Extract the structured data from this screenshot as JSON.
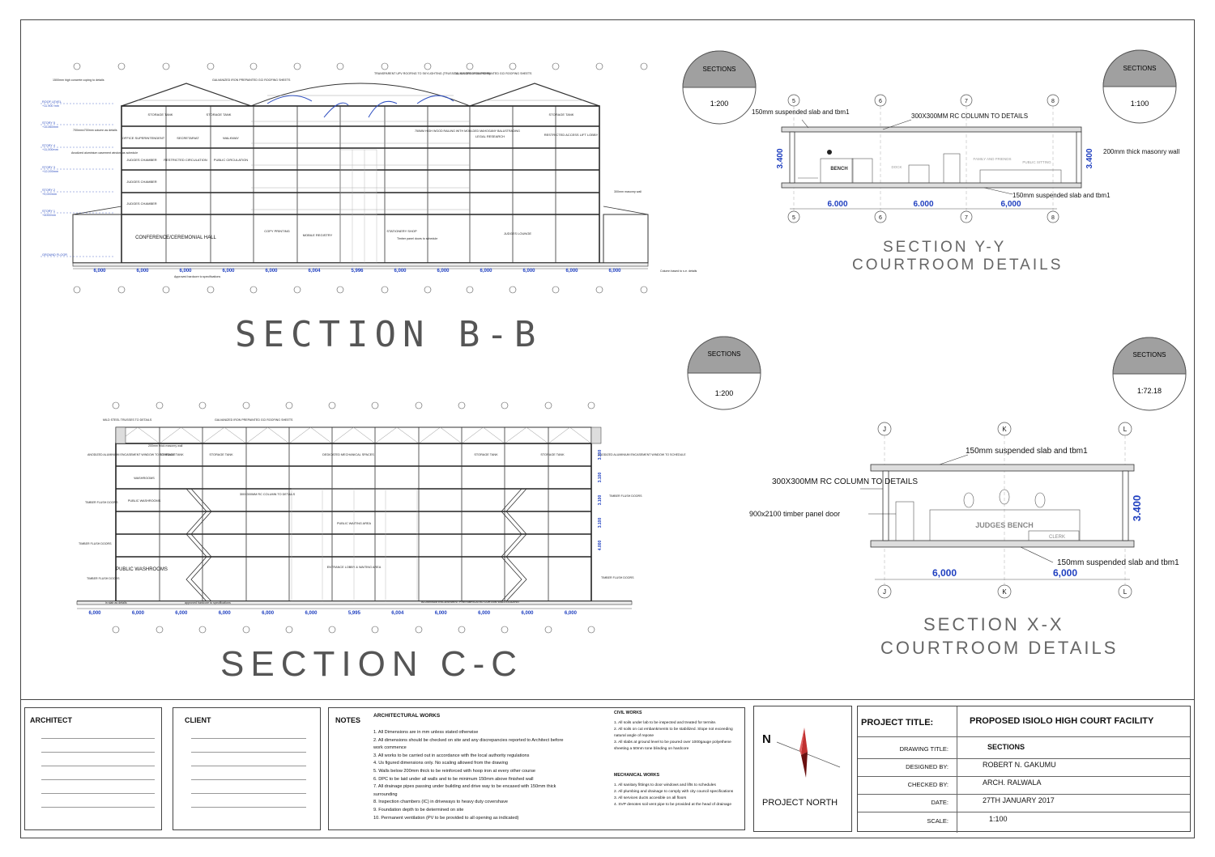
{
  "sheet": {
    "section_bb": {
      "title": "SECTION B-B",
      "badge_label": "SECTIONS",
      "badge_scale": "1:200",
      "dimensions": [
        "6,000",
        "6,000",
        "6,000",
        "6,000",
        "6,000",
        "6,004",
        "5,996",
        "6,000",
        "6,000",
        "6,000",
        "6,000",
        "6,000",
        "6,000"
      ],
      "levels": [
        {
          "name": "ROOF LEVEL",
          "value": "+11.900 mm"
        },
        {
          "name": "STORY 5",
          "value": "+15.860mm"
        },
        {
          "name": "STORY 4",
          "value": "+11,000mm"
        },
        {
          "name": "STORY 3",
          "value": "+12,000mm"
        },
        {
          "name": "STORY 2",
          "value": "+9,000mm"
        },
        {
          "name": "STORY 1",
          "value": "+4000mm"
        },
        {
          "name": "GROUND FLOOR",
          "value": ""
        }
      ],
      "rooms": {
        "conference": "CONFERENCE/CEREMONIAL HALL",
        "storage1": "STORAGE TANK",
        "storage2": "STORAGE TANK",
        "storage3": "STORAGE TANK",
        "office": "OFFICE SUPERINTENDENT",
        "secretary": "SECRETARIAT",
        "walkway": "WALKWAY",
        "judges1": "JUDGES CHAMBER",
        "judges2": "JUDGES CHAMBER",
        "judges3": "JUDGES CHAMBER",
        "restricted": "RESTRICTED CIRCULATION",
        "public_circ": "PUBLIC CIRCULATION",
        "copy": "COPY PRINTING",
        "mobile": "MOBILE REGISTRY",
        "stationery": "STATIONERY SHOP",
        "judges_lounge": "JUDGES LOUNGE",
        "legal": "LEGAL RESEARCH",
        "lift": "RESTRICTED ACCESS LIFT LOBBY"
      },
      "notes": {
        "galvanized": "GALVANIZED IRON PREPAINTED GCI ROOFING SHEETS",
        "transparent": "TRANSPARENT UPV ROOFING TO SKYLIGHTING (TRUSS TO, S.E SPECIFICATIONS)",
        "galvanized2": "GALVANIZED IRON PREPAINTED GCI ROOFING SHEETS",
        "railing": "750MM HIGH WOOD RAILING WITH MOULDED MAHOGANY BALUSTRADING",
        "coping": "1500mm high concrete coping to details",
        "column": "700mmx700mm column as details",
        "aluminium": "Anodized aluminium casement window as schedule",
        "timber": "Timber panel doors to schedule",
        "hardcore": "Approved hardcore to specifications",
        "column_details": "Column based to s.e. details",
        "masonry": "300mm masonry wall"
      }
    },
    "section_yy": {
      "title": "SECTION Y-Y",
      "subtitle": "COURTROOM DETAILS",
      "badge_label": "SECTIONS",
      "badge_scale": "1:100",
      "slab_top": "150mm suspended slab and tbm1",
      "column": "300X300MM RC COLUMN TO DETAILS",
      "masonry": "200mm thick masonry wall",
      "slab_bottom": "150mm suspended slab and tbm1",
      "height": "3.400",
      "dims": [
        "6.000",
        "6.000",
        "6,000"
      ],
      "grid": [
        "5",
        "6",
        "7",
        "8"
      ],
      "bench": "BENCH",
      "family": "FAMILY AND FRIENDS",
      "public": "PUBLIC SITTING",
      "dock": "DOCK"
    },
    "section_cc": {
      "title": "SECTION C-C",
      "badge_label": "SECTIONS",
      "badge_scale": "1:200",
      "dimensions": [
        "6,000",
        "6,000",
        "6,000",
        "6,000",
        "6,000",
        "6,000",
        "5,995",
        "6,004",
        "6,000",
        "6,000",
        "6,000",
        "6,000"
      ],
      "notes": {
        "trusses": "MILD STEEL TRUSSES TO DETAILS",
        "galvanized": "GALVANIZED IRON PREPAINTED GCI ROOFING SHEETS",
        "anodized": "ANODIZED ALUMINIUM ENCASEMENT WINDOW TO SCHEDULE",
        "anodized2": "ANODIZED ALUMINIUM ENCASEMENT WINDOW TO SCHEDULE",
        "timber1": "TIMBER FLUSH DOORS",
        "timber2": "TIMBER FLUSH DOORS",
        "timber3": "TIMBER FLUSH DOORS",
        "timber4": "TIMBER FLUSH DOORS",
        "timber5": "TIMBER FLUSH DOORS",
        "mechanical": "DEDICATED MECHANICAL SPACES",
        "storage1": "STORAGE TANK",
        "storage2": "STORAGE TANK",
        "storage3": "STORAGE TANK",
        "storage4": "STORAGE TANK",
        "washrooms": "WASHROOMS",
        "public_wash": "PUBLIC WASHROOMS",
        "public_wait": "PUBLIC WAITING AREA",
        "entrance": "ENTRANCE LOBBY & WAITING AREA",
        "curtain": "ALUMINIUM ENCASEMENT PREFABRICATED CURTAIN WALL/GLAZING",
        "column": "300X300MM RC COLUMN TO DETAILS",
        "masonry": "200mm thick masonry wall",
        "hardcore": "approved hardcore to specifications",
        "slab": "in slab as details"
      },
      "heights": [
        "3.100",
        "3.100",
        "3.100",
        "3.100",
        "4.000"
      ]
    },
    "section_xx": {
      "title": "SECTION X-X",
      "subtitle": "COURTROOM DETAILS",
      "badge_label": "SECTIONS",
      "badge_scale": "1:72.18",
      "slab_top": "150mm suspended slab and tbm1",
      "column": "300X300MM RC COLUMN TO DETAILS",
      "door": "900x2100 timber panel door",
      "slab_bottom": "150mm suspended slab and tbm1",
      "height": "3.400",
      "dims": [
        "6,000",
        "6,000"
      ],
      "grid": [
        "J",
        "K",
        "L"
      ],
      "bench": "JUDGES BENCH",
      "clerk": "CLERK"
    }
  },
  "title_block": {
    "architect_label": "ARCHITECT",
    "client_label": "CLIENT",
    "notes_label": "NOTES",
    "architectural_works": "ARCHITECTURAL WORKS",
    "architectural_notes": [
      "1. All Dimensions are in mm unless stated otherwise",
      "2. All dimensions should be checked on site and any discrepancies reported to Architect before work commence",
      "3. All works to be carried out in accordance with the local authority regulations",
      "4. Us figured dimensions only. No scaling allowed from the drawing",
      "5. Walls below 200mm thick to be reinforced with hoop iron at every other course",
      "6. DPC to be laid under all walls and to be minimum 150mm above finished wall",
      "7. All drainage pipes passing under building and drive way to be encased with 150mm thick surrounding",
      "8. Inspection chambers (IC) in driveways to heavy duty covershave",
      "9. Foundation depth to be determined on site",
      "10. Permanent ventilation (PV to be provided to all opening as indicated)"
    ],
    "civil_works": "CIVIL WORKS",
    "civil_notes": [
      "1. All soils under lab to be inspected and treated for termite.",
      "2. All soils on cut embankments to be stabilized. Slope not exceeding natural angle of repose",
      "3. All slabs at ground level to be poured over 1000gauge polyethene",
      "sheeting a 50mm tone blinding on hardcore"
    ],
    "mechanical_works": "MECHANICAL WORKS",
    "mechanical_notes": [
      "1. All sanitary fittings to door windows and lifts to schedules",
      "2. All plumbing and drainage to comply with city council specifications",
      "3. All services ducts accesible on all floors",
      "4. SVP denotes soil vent pipe to be provided at the head of drainage"
    ],
    "north_letter": "N",
    "project_north": "PROJECT NORTH",
    "project_title_label": "PROJECT TITLE:",
    "project_title": "PROPOSED ISIOLO HIGH COURT FACILITY",
    "rows": [
      {
        "label": "DRAWING TITLE:",
        "value": "SECTIONS"
      },
      {
        "label": "DESIGNED BY:",
        "value": "ROBERT N. GAKUMU"
      },
      {
        "label": "CHECKED BY:",
        "value": "ARCH. RALWALA"
      },
      {
        "label": "DATE:",
        "value": "27TH JANUARY 2017"
      },
      {
        "label": "SCALE:",
        "value": "1:100"
      }
    ]
  }
}
